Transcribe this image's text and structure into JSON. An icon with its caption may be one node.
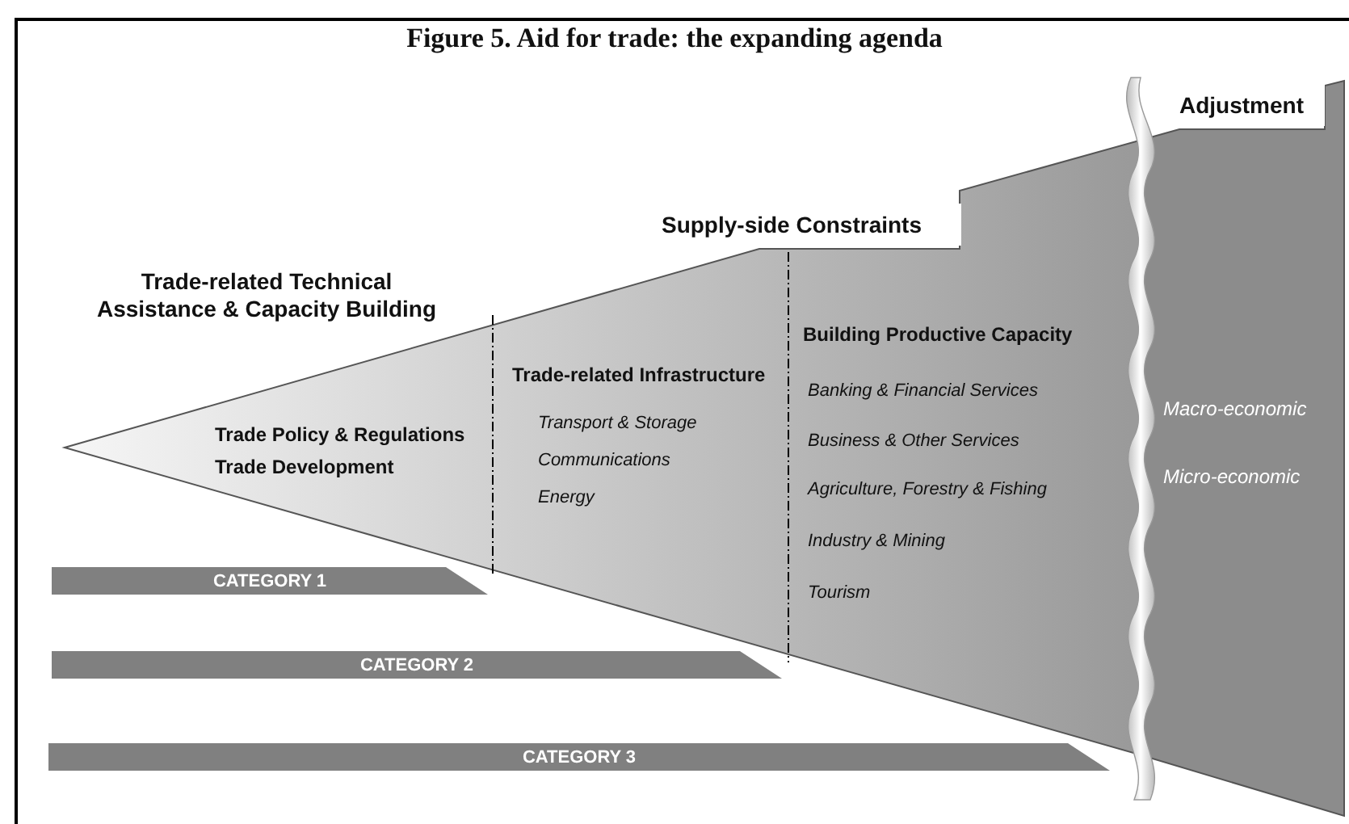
{
  "diagram": {
    "title": "Figure 5. Aid for trade: the expanding agenda",
    "nodes": [
      {
        "text": [
          "Supply-side Constraints"
        ]
      },
      {
        "text": [
          "Adjustment"
        ]
      },
      {
        "text": [
          "CATEGORY 1"
        ]
      },
      {
        "text": [
          "CATEGORY 2"
        ]
      },
      {
        "text": [
          "CATEGORY 3"
        ]
      }
    ],
    "labels": [
      "Trade-related Technical Assistance & Capacity Building",
      "Trade Policy & Regulations",
      "Trade Development",
      "Trade-related Infrastructure",
      "Transport & Storage",
      "Communications",
      "Energy",
      "Building Productive Capacity",
      "Banking & Financial Services",
      "Business & Other Services",
      "Agriculture, Forestry & Fishing",
      "Industry & Mining",
      "Tourism",
      "Macro-economic",
      "Micro-economic"
    ]
  }
}
